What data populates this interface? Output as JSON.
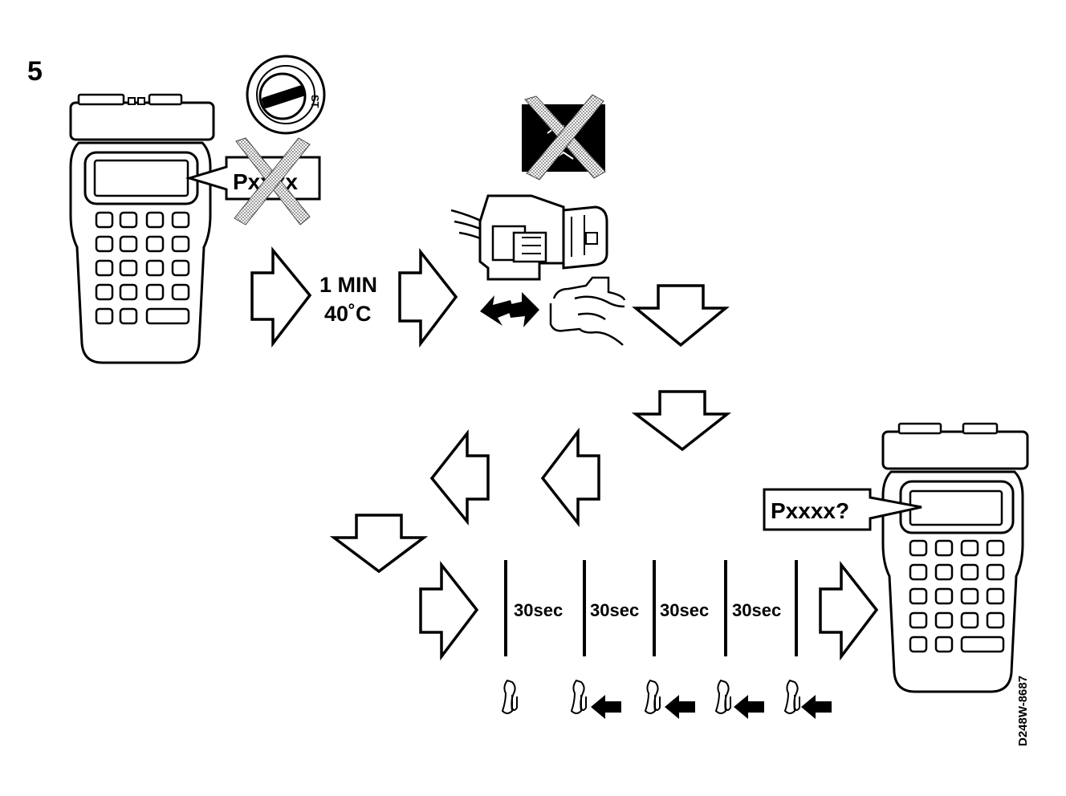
{
  "step_number": "5",
  "figure_code": "D248W-8687",
  "scanner_start": {
    "display_code": "Pxxxx"
  },
  "ignition": {
    "position_label": "ST"
  },
  "wait": {
    "duration": "1 MIN",
    "temperature": "40˚C"
  },
  "timing": {
    "segments": [
      "30sec",
      "30sec",
      "30sec",
      "30sec"
    ]
  },
  "scanner_end": {
    "display_code": "Pxxxx?"
  },
  "colors": {
    "ink": "#000000",
    "paper": "#ffffff",
    "hatch": "#7a7a7a"
  }
}
